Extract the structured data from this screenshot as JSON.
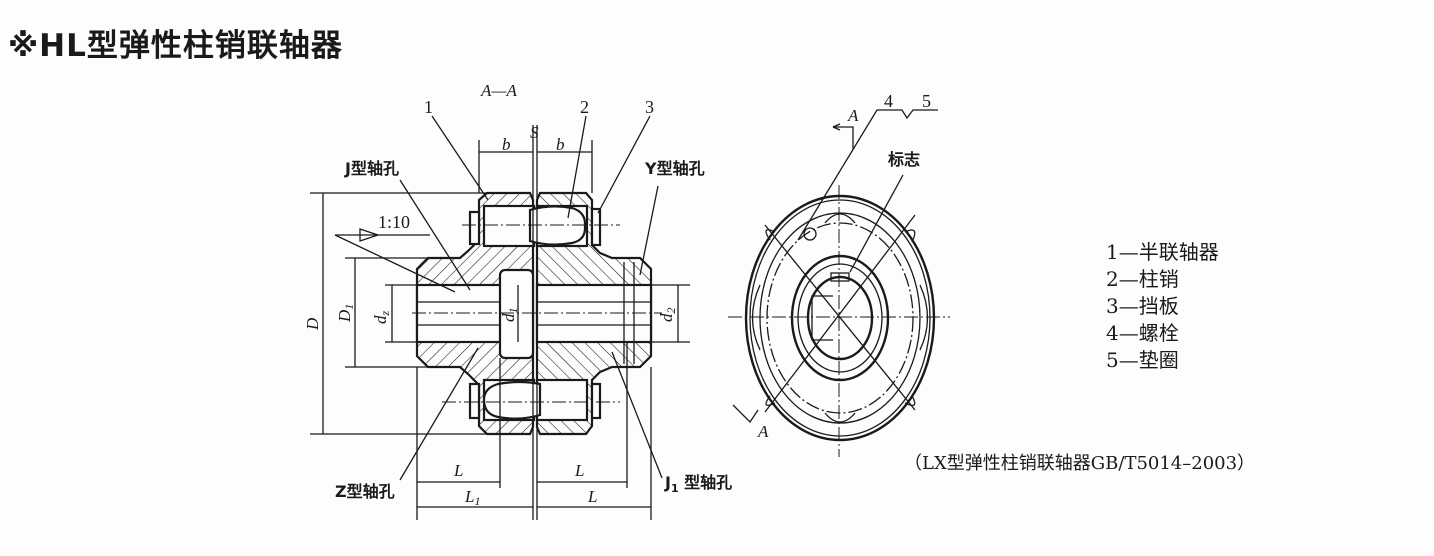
{
  "title": "※HL型弹性柱销联轴器",
  "section_view": {
    "section_label": "A—A",
    "callouts": [
      "1",
      "2",
      "3"
    ],
    "gap_label": "S",
    "width_labels": [
      "b",
      "b"
    ],
    "bore_labels": {
      "j_type": "J型轴孔",
      "y_type": "Y型轴孔",
      "z_type": "Z型轴孔",
      "j1_type_main": "J",
      "j1_type_sub": "1",
      "j1_type_rest": " 型轴孔"
    },
    "taper": "1:10",
    "dims": {
      "D": "D",
      "D1_main": "D",
      "D1_sub": "1",
      "dz_main": "d",
      "dz_sub": "z",
      "d1_main": "d",
      "d1_sub": "1",
      "d2_main": "d",
      "d2_sub": "2",
      "L_left": "L",
      "L1_main": "L",
      "L1_sub": "1",
      "L_right_top": "L",
      "L_right_bottom": "L"
    }
  },
  "end_view": {
    "section_mark_top": "A",
    "section_mark_bottom": "A",
    "callouts": [
      "4",
      "5"
    ],
    "mark_label": "标志"
  },
  "legend": [
    "1—半联轴器",
    "2—柱销",
    "3—挡板",
    "4—螺栓",
    "5—垫圈"
  ],
  "caption": "（LX型弹性柱销联轴器GB/T5014–2003）"
}
